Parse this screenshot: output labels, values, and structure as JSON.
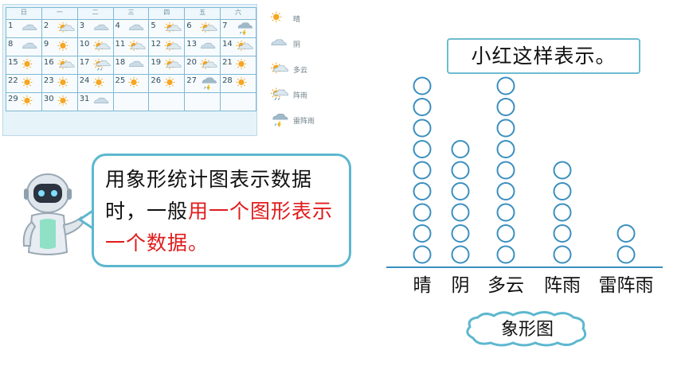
{
  "calendar": {
    "weekdays": [
      "日",
      "一",
      "二",
      "三",
      "四",
      "五",
      "六"
    ],
    "weeks": [
      [
        {
          "day": "1",
          "w": "cloudy"
        },
        {
          "day": "2",
          "w": "partly-cloudy"
        },
        {
          "day": "3",
          "w": "cloudy"
        },
        {
          "day": "4",
          "w": "cloudy"
        },
        {
          "day": "5",
          "w": "partly-cloudy"
        },
        {
          "day": "6",
          "w": "partly-cloudy"
        },
        {
          "day": "7",
          "w": "thunder-shower"
        }
      ],
      [
        {
          "day": "8",
          "w": "cloudy"
        },
        {
          "day": "9",
          "w": "sunny"
        },
        {
          "day": "10",
          "w": "partly-cloudy"
        },
        {
          "day": "11",
          "w": "partly-cloudy"
        },
        {
          "day": "12",
          "w": "partly-cloudy"
        },
        {
          "day": "13",
          "w": "cloudy"
        },
        {
          "day": "14",
          "w": "partly-cloudy"
        }
      ],
      [
        {
          "day": "15",
          "w": "sunny"
        },
        {
          "day": "16",
          "w": "partly-cloudy"
        },
        {
          "day": "17",
          "w": "shower"
        },
        {
          "day": "18",
          "w": "cloudy"
        },
        {
          "day": "19",
          "w": "partly-cloudy"
        },
        {
          "day": "20",
          "w": "partly-cloudy"
        },
        {
          "day": "21",
          "w": "sunny"
        }
      ],
      [
        {
          "day": "22",
          "w": "sunny"
        },
        {
          "day": "23",
          "w": "sunny"
        },
        {
          "day": "24",
          "w": "sunny"
        },
        {
          "day": "25",
          "w": "sunny"
        },
        {
          "day": "26",
          "w": "sunny"
        },
        {
          "day": "27",
          "w": "thunder-shower"
        },
        {
          "day": "28",
          "w": "sunny"
        }
      ],
      [
        {
          "day": "29",
          "w": "sunny"
        },
        {
          "day": "30",
          "w": "sunny"
        },
        {
          "day": "31",
          "w": "cloudy"
        },
        {
          "day": "",
          "w": ""
        },
        {
          "day": "",
          "w": ""
        },
        {
          "day": "",
          "w": ""
        },
        {
          "day": "",
          "w": ""
        }
      ]
    ]
  },
  "legend": [
    {
      "label": "晴",
      "icon": "sun-icon"
    },
    {
      "label": "阴",
      "icon": "cloud-icon"
    },
    {
      "label": "多云",
      "icon": "partly-cloudy-icon"
    },
    {
      "label": "阵雨",
      "icon": "shower-icon"
    },
    {
      "label": "雷阵雨",
      "icon": "thunder-shower-icon"
    }
  ],
  "bubble": {
    "text_normal": "用象形统计图表示数据时，一般",
    "text_highlight": "用一个图形表示一个数据。"
  },
  "title": "小红这样表示。",
  "picture_label": "象形图",
  "colors": {
    "accent": "#5db7cf",
    "highlight": "#e01b1b",
    "circle": "#3a8fbf"
  },
  "chart_data": {
    "type": "pictograph",
    "categories": [
      "晴",
      "阴",
      "多云",
      "阵雨",
      "雷阵雨"
    ],
    "values": [
      9,
      6,
      9,
      5,
      2
    ],
    "title": "小红这样表示。",
    "xlabel": "",
    "ylabel": "",
    "grid": false
  }
}
